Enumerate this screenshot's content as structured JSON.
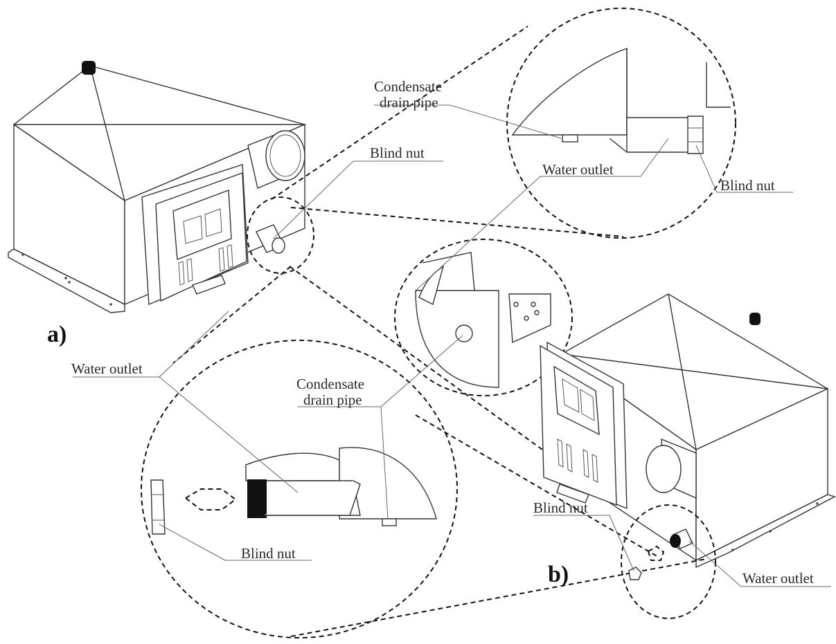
{
  "labels": {
    "condensate_top_line1": "Condensate",
    "condensate_top_line2": "drain pipe",
    "water_outlet_top": "Water outlet",
    "blind_nut_top_right": "Blind nut",
    "blind_nut_a": "Blind nut",
    "water_outlet_a": "Water outlet",
    "condensate_mid_line1": "Condensate",
    "condensate_mid_line2": "drain pipe",
    "blind_nut_bottom_left": "Blind nut",
    "blind_nut_b": "Blind nut",
    "water_outlet_b": "Water outlet"
  },
  "panels": {
    "a": "a)",
    "b": "b)"
  }
}
